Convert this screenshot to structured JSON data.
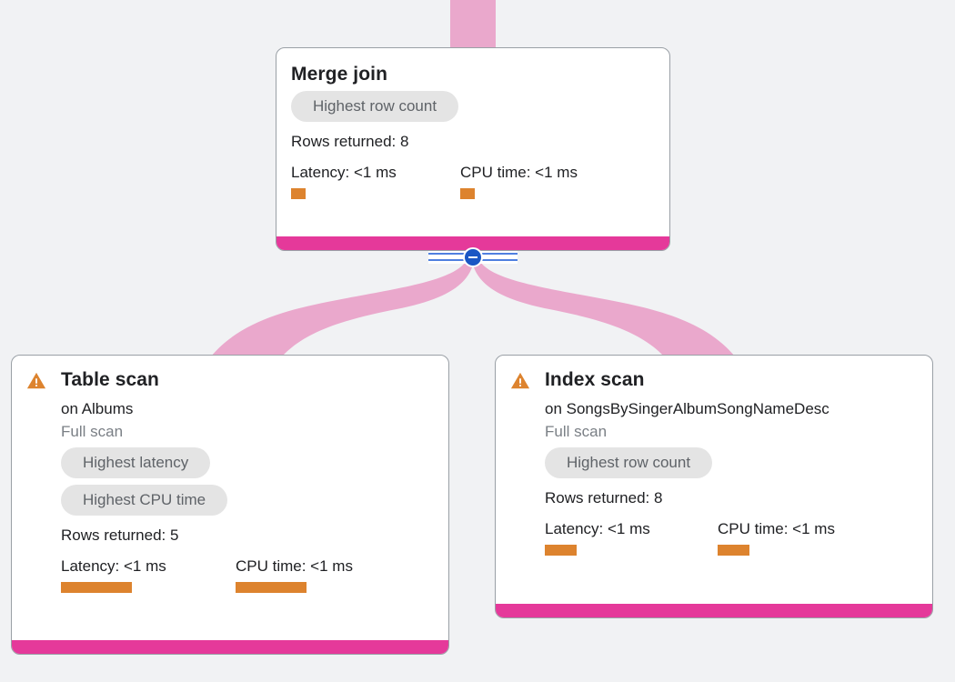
{
  "graph": {
    "background_color": "#f1f2f4",
    "edge_color": "#eaa8cc",
    "accent_bar_color": "#e5399a",
    "metric_bar_color": "#dd832e",
    "warning_icon_color": "#dd832e",
    "toggle_color": "#1a56c4"
  },
  "nodes": {
    "merge_join": {
      "title": "Merge join",
      "chips": [
        "Highest row count"
      ],
      "rows_returned": "Rows returned: 8",
      "metrics": [
        {
          "label": "Latency: <1 ms",
          "bar_name": "latency-bar"
        },
        {
          "label": "CPU time: <1 ms",
          "bar_name": "cpu-time-bar"
        }
      ]
    },
    "table_scan": {
      "warning_icon": "warning-triangle-icon",
      "title": "Table scan",
      "subtitle": "on Albums",
      "scan_type": "Full scan",
      "chips": [
        "Highest latency",
        "Highest CPU time"
      ],
      "rows_returned": "Rows returned: 5",
      "metrics": [
        {
          "label": "Latency: <1 ms",
          "bar_name": "latency-bar"
        },
        {
          "label": "CPU time: <1 ms",
          "bar_name": "cpu-time-bar"
        }
      ]
    },
    "index_scan": {
      "warning_icon": "warning-triangle-icon",
      "title": "Index scan",
      "subtitle": "on SongsBySingerAlbumSongNameDesc",
      "scan_type": "Full scan",
      "chips": [
        "Highest row count"
      ],
      "rows_returned": "Rows returned: 8",
      "metrics": [
        {
          "label": "Latency: <1 ms",
          "bar_name": "latency-bar"
        },
        {
          "label": "CPU time: <1 ms",
          "bar_name": "cpu-time-bar"
        }
      ]
    }
  },
  "toggle": {
    "name": "collapse-children-toggle",
    "icon": "minus-icon",
    "state": "expanded"
  }
}
